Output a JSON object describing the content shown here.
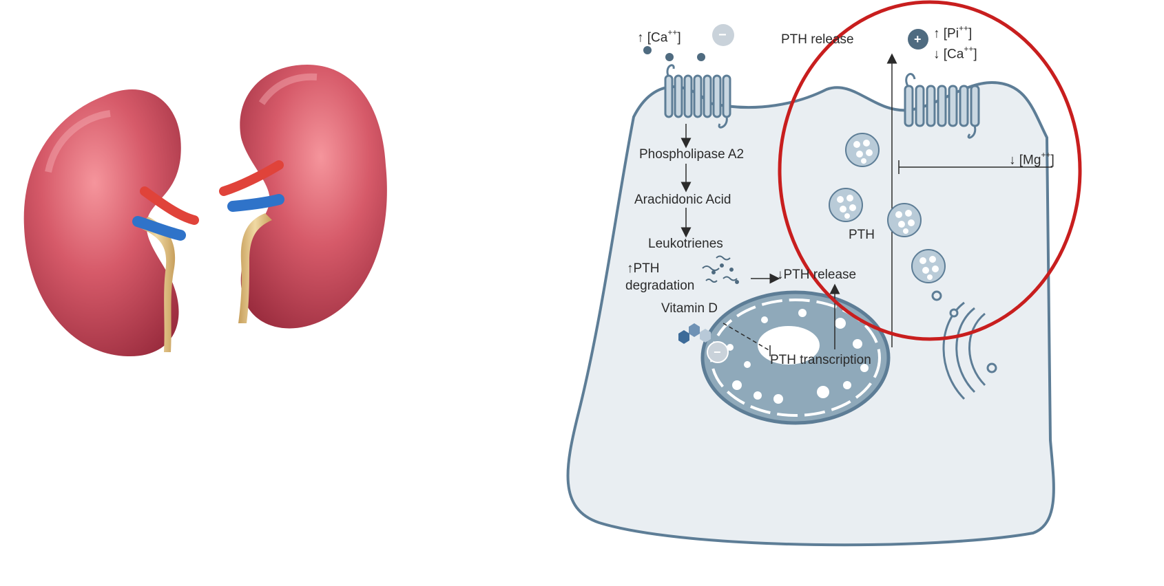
{
  "left_image": {
    "subject": "kidneys-illustration",
    "colors": {
      "kidney": "#c7485b",
      "kidney_light": "#f07b86",
      "artery": "#e0433a",
      "vein": "#2f73c9",
      "ureter": "#d9b877"
    }
  },
  "right_image": {
    "labels": {
      "ca_up_arrow": "↑",
      "ca_up": "[Ca",
      "ca_up_sup": "++",
      "ca_up_close": "]",
      "pth_release_top": "PTH release",
      "pi_arrow": "↑",
      "pi": "[Pi",
      "pi_sup": "++",
      "pi_close": "]",
      "ca_down_arrow": "↓",
      "ca_down": "[Ca",
      "ca_down_sup": "++",
      "ca_down_close": "]",
      "mg_arrow": "↓",
      "mg": "[Mg",
      "mg_sup": "++",
      "mg_close": "]",
      "phospholipase": "Phospholipase A2",
      "arachidonic": "Arachidonic Acid",
      "leukotrienes": "Leukotrienes",
      "pth_degradation_1": "↑PTH",
      "pth_degradation_2": "degradation",
      "pth_release_mid": "↓PTH release",
      "pth": "PTH",
      "vitamin_d": "Vitamin D",
      "pth_transcription": "PTH transcription"
    },
    "badges": {
      "minus": "−",
      "plus": "+"
    },
    "colors": {
      "cell_fill": "#e9eef2",
      "cell_stroke": "#5d7d96",
      "nucleus": "#8fa9ba",
      "highlight_circle": "#c81e1e",
      "dark_dot": "#4f6b80"
    }
  }
}
